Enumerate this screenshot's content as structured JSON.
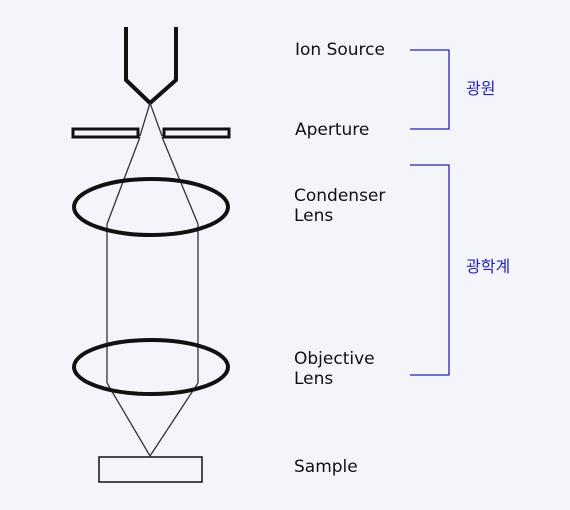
{
  "labels": {
    "ion_source": "Ion Source",
    "aperture": "Aperture",
    "condenser_lens_line1": "Condenser",
    "condenser_lens_line2": "Lens",
    "objective_lens_line1": "Objective",
    "objective_lens_line2": "Lens",
    "sample": "Sample"
  },
  "groups": {
    "light_source": "광원",
    "optical_system": "광학계"
  },
  "colors": {
    "background": "#f4f5fb",
    "diagram_stroke": "#111111",
    "ray_stroke": "#333333",
    "bracket": "#2323b4",
    "group_text": "#2323b4"
  }
}
